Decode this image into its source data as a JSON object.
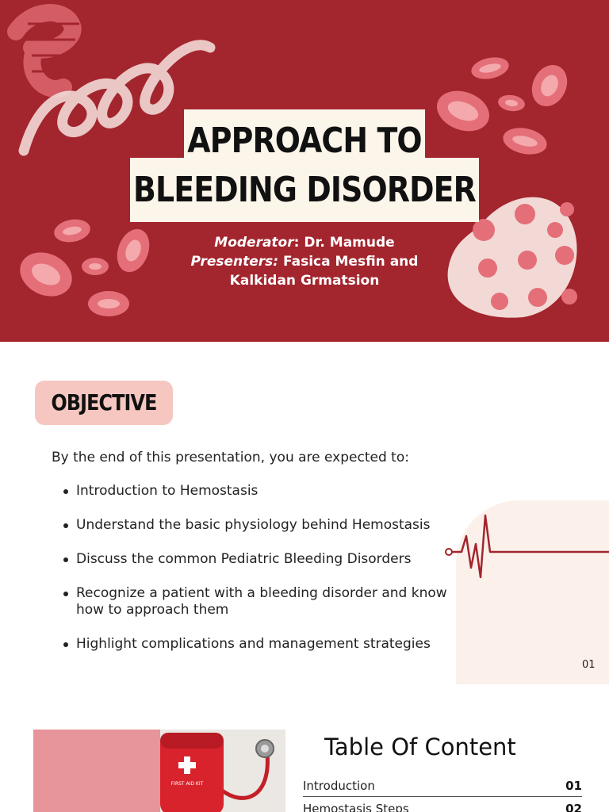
{
  "title_slide": {
    "title_line1": "APPROACH TO",
    "title_line2": "BLEEDING DISORDER",
    "moderator_label": "Moderator",
    "moderator_name": ": Dr. Mamude",
    "presenters_label": "Presenters:",
    "presenters_names": " Fasica Mesfin and",
    "presenters_line2": "Kalkidan Grmatsion",
    "colors": {
      "background": "#a3252e",
      "title_box": "#fbf5ea",
      "cells": "#e36b74"
    }
  },
  "objective_slide": {
    "heading": "OBJECTIVE",
    "intro": "By the end of this presentation, you are expected to:",
    "items": [
      "Introduction to Hemostasis",
      "Understand the basic physiology behind Hemostasis",
      "Discuss the common Pediatric Bleeding Disorders",
      "Recognize a patient with a bleeding disorder and know how to approach them",
      "Highlight  complications and management strategies"
    ],
    "page_number": "01",
    "colors": {
      "pill": "#f6c7c0",
      "pulse_line": "#a3252e"
    },
    "icons": [
      "heartbeat-line-icon"
    ]
  },
  "toc_slide": {
    "heading": "Table Of Content",
    "rows": [
      {
        "label": "Introduction",
        "number": "01"
      },
      {
        "label": "Hemostasis Steps",
        "number": "02"
      }
    ],
    "kit_label": "FIRST AID KIT",
    "icons": [
      "first-aid-kit-icon",
      "stethoscope-icon"
    ]
  }
}
